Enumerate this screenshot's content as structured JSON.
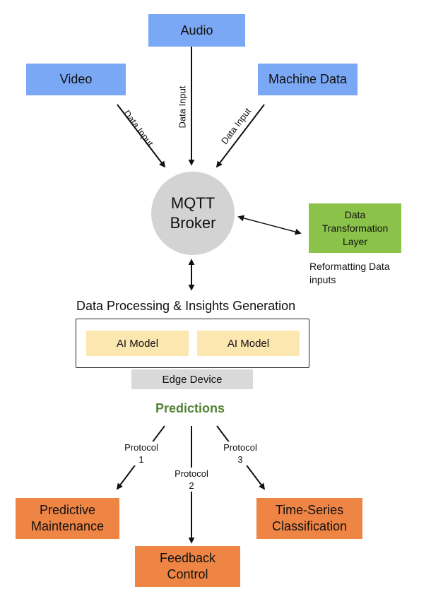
{
  "inputs": {
    "audio": "Audio",
    "video": "Video",
    "machine_data": "Machine Data"
  },
  "edge_labels": {
    "video_to_broker": "Data Input",
    "audio_to_broker": "Data Input",
    "machine_to_broker": "Data Input"
  },
  "broker": {
    "line1": "MQTT",
    "line2": "Broker"
  },
  "transformation": {
    "line1": "Data",
    "line2": "Transformation",
    "line3": "Layer",
    "caption_line1": "Reformatting Data",
    "caption_line2": "inputs"
  },
  "processing": {
    "title": "Data Processing & Insights Generation",
    "model_1": "AI Model",
    "model_2": "AI Model",
    "device": "Edge Device"
  },
  "predictions": "Predictions",
  "protocols": {
    "p1_line1": "Protocol",
    "p1_line2": "1",
    "p2_line1": "Protocol",
    "p2_line2": "2",
    "p3_line1": "Protocol",
    "p3_line2": "3"
  },
  "outputs": {
    "predictive_line1": "Predictive",
    "predictive_line2": "Maintenance",
    "feedback_line1": "Feedback",
    "feedback_line2": "Control",
    "timeseries_line1": "Time-Series",
    "timeseries_line2": "Classification"
  },
  "colors": {
    "input_fill": "#7ba8f4",
    "broker_fill": "#d3d3d3",
    "transformation_fill": "#8bc34a",
    "model_fill": "#fde7b0",
    "device_fill": "#d9d9d9",
    "predictions_text": "#548235",
    "output_fill": "#ee8545"
  }
}
